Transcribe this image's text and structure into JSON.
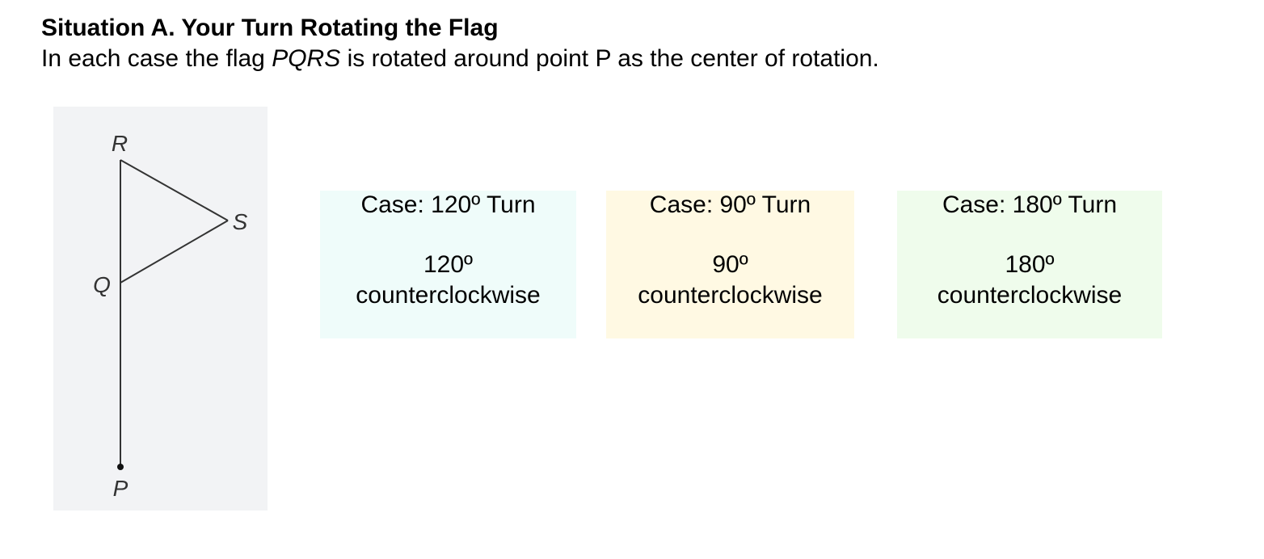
{
  "header": {
    "title": "Situation A. Your Turn Rotating the Flag",
    "intro_before": "In each case the flag ",
    "intro_flag_name": "PQRS",
    "intro_after": " is rotated around point P as the center of rotation."
  },
  "diagram": {
    "points": [
      {
        "key": "P",
        "label": "P"
      },
      {
        "key": "Q",
        "label": "Q"
      },
      {
        "key": "R",
        "label": "R"
      },
      {
        "key": "S",
        "label": "S"
      }
    ],
    "colors": {
      "panel_background": "#f2f3f5",
      "stroke": "#333333"
    }
  },
  "cases": [
    {
      "title": "Case: 120º Turn",
      "angle": "120º",
      "direction": "counterclockwise",
      "background": "#effcfa"
    },
    {
      "title": "Case: 90º Turn",
      "angle": "90º",
      "direction": "counterclockwise",
      "background": "#fff9e3"
    },
    {
      "title": "Case: 180º Turn",
      "angle": "180º",
      "direction": "counterclockwise",
      "background": "#effcec"
    }
  ]
}
